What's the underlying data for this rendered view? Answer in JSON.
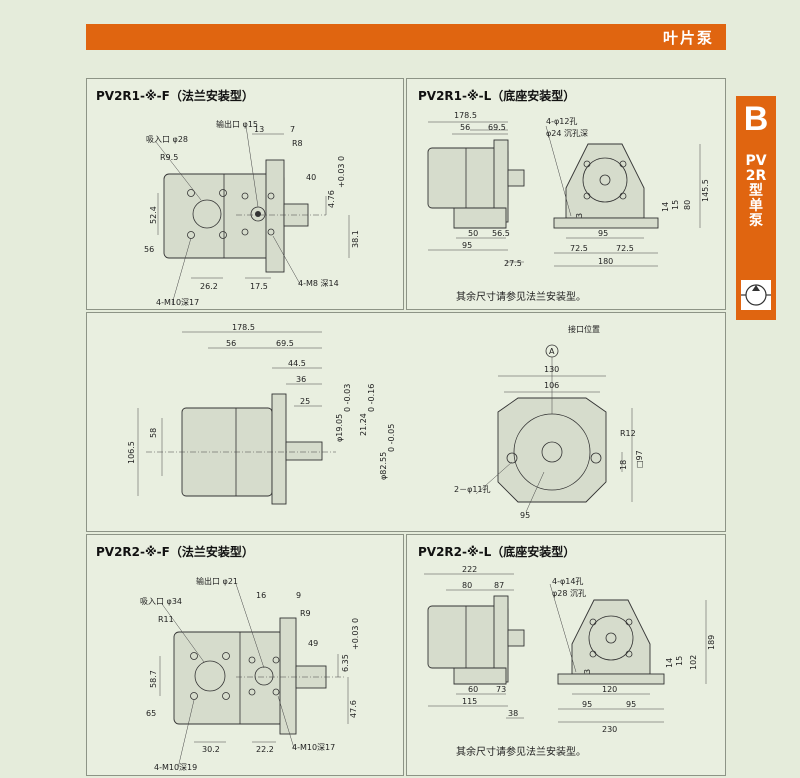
{
  "header": {
    "title": "叶片泵"
  },
  "side_tab": {
    "letter": "B",
    "lines": [
      "PV",
      "2R",
      "型",
      "单",
      "泵"
    ]
  },
  "panels": {
    "p1": {
      "title": "PV2R1-※-F（法兰安装型）",
      "labels": {
        "inlet": "吸入口 φ28",
        "outlet": "输出口 φ15",
        "d13": "13",
        "d7": "7",
        "r9": "R9.5",
        "r8": "R8",
        "d40": "40",
        "d476": "4.76",
        "tol476": "+0.03 0",
        "d524": "52.4",
        "d56": "56",
        "d381": "38.1",
        "d262": "26.2",
        "d175": "17.5",
        "m8": "4-M8 深14",
        "m10": "4-M10深17"
      }
    },
    "p2": {
      "title": "PV2R1-※-L（底座安装型）",
      "note": "其余尺寸请参见法兰安装型。",
      "labels": {
        "d1785": "178.5",
        "d56": "56",
        "d695": "69.5",
        "holes": "4-φ12孔",
        "counterbore": "φ24 沉孔深",
        "d50": "50",
        "d565": "56.5",
        "d95": "95",
        "d275": "27.5",
        "d3": "3",
        "d14": "14",
        "d15": "15",
        "d80": "80",
        "d1455": "145.5",
        "d95b": "95",
        "d725a": "72.5",
        "d725b": "72.5",
        "d180": "180"
      }
    },
    "p3": {
      "labels": {
        "d1785": "178.5",
        "d56": "56",
        "d695": "69.5",
        "d445": "44.5",
        "d36": "36",
        "d25": "25",
        "d58": "58",
        "d1065": "106.5",
        "dia1905": "φ19.05",
        "tol1905": "0 -0.03",
        "d2124": "21.24",
        "tol2124": "0 -0.16",
        "dia8255": "φ82.55",
        "tol8255": "0 -0.05",
        "port": "接口位置",
        "marker": "A",
        "d130": "130",
        "d106": "106",
        "r12": "R12",
        "d18": "18",
        "sq97": "□97",
        "holes": "2－φ11孔",
        "d95": "95"
      }
    },
    "p4": {
      "title": "PV2R2-※-F（法兰安装型）",
      "labels": {
        "outlet": "输出口 φ21",
        "inlet": "吸入口 φ34",
        "d16": "16",
        "d9": "9",
        "r11": "R11",
        "r9": "R9",
        "d49": "49",
        "d635": "6.35",
        "tol635": "+0.03 0",
        "d587": "58.7",
        "d65": "65",
        "d476": "47.6",
        "d302": "30.2",
        "d222": "22.2",
        "m10": "4-M10深17",
        "m10b": "4-M10深19"
      }
    },
    "p5": {
      "title": "PV2R2-※-L（底座安装型）",
      "note": "其余尺寸请参见法兰安装型。",
      "labels": {
        "d222": "222",
        "d80": "80",
        "d87": "87",
        "holes": "4-φ14孔",
        "counterbore": "φ28 沉孔",
        "d60": "60",
        "d73": "73",
        "d115": "115",
        "d38": "38",
        "d3": "3",
        "d14": "14",
        "d15": "15",
        "d102": "102",
        "d189": "189",
        "d120": "120",
        "d95a": "95",
        "d95b": "95",
        "d230": "230"
      }
    }
  }
}
